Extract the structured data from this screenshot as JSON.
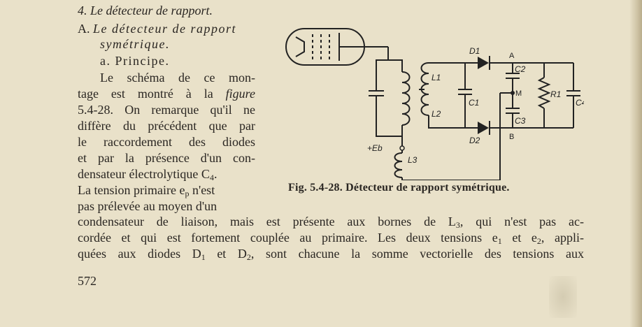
{
  "text": {
    "heading_num": "4.",
    "heading_title": "Le détecteur de rapport.",
    "sub_letter": "A.",
    "sub_title_1": "Le détecteur de rapport",
    "sub_title_2": "symétrique.",
    "section_a": "a. Principe.",
    "col_lines": [
      "Le schéma de ce mon-",
      "tage est montré à la",
      "5.4-28. On remarque qu'il ne",
      "diffère du précédent que par",
      "le raccordement des diodes",
      "et par la présence d'un con-",
      "densateur électrolytique C",
      "La tension primaire e",
      "pas prélevée au moyen d'un"
    ],
    "figure_word": "figure",
    "l7_sub": "4",
    "l7_end": ".",
    "l8_sub": "p",
    "l8_end": " n'est",
    "full_1_a": "condensateur de liaison, mais est présente aux bornes de L",
    "full_1_sub": "3",
    "full_1_b": ", qui n'est pas ac-",
    "full_2_a": "cordée et qui est fortement couplée au primaire. Les deux tensions e",
    "full_2_sub1": "1",
    "full_2_mid": " et e",
    "full_2_sub2": "2",
    "full_2_b": ", appli-",
    "full_3_a": "quées aux diodes D",
    "full_3_sub1": "1",
    "full_3_mid": " et D",
    "full_3_sub2": "2",
    "full_3_b": ", sont chacune la somme vectorielle des tensions aux"
  },
  "figure": {
    "caption": "Fig. 5.4-28. Détecteur de rapport symétrique.",
    "labels": {
      "d1": "D1",
      "d2": "D2",
      "a": "A",
      "b": "B",
      "m": "M",
      "c1": "C1",
      "c2": "C2",
      "c3": "C3",
      "c4": "C4",
      "r1": "R1",
      "l1": "L1",
      "l2": "L2",
      "l3": "L3",
      "eb": "+Eb"
    }
  },
  "page_number": "572"
}
